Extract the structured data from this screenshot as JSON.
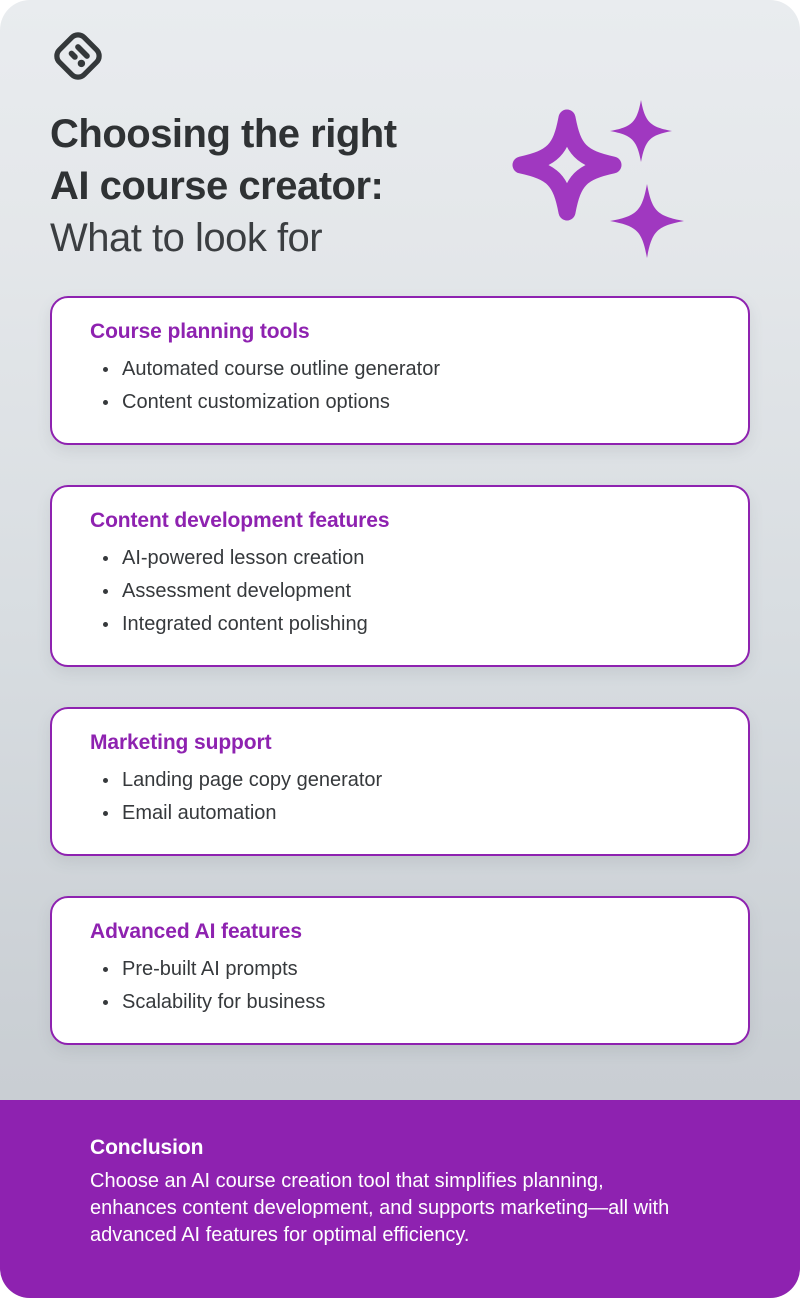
{
  "brand": {
    "logo_icon": "logo-diamond-mark"
  },
  "header": {
    "title_line1": "Choosing the right",
    "title_line2": "AI course creator:",
    "subtitle": "What to look for",
    "decoration_icon": "sparkles-icon"
  },
  "cards": [
    {
      "title": "Course planning tools",
      "items": [
        "Automated course outline generator",
        "Content customization options"
      ]
    },
    {
      "title": "Content development features",
      "items": [
        "AI-powered lesson creation",
        "Assessment development",
        "Integrated content polishing"
      ]
    },
    {
      "title": "Marketing support",
      "items": [
        "Landing page copy generator",
        "Email automation"
      ]
    },
    {
      "title": "Advanced AI features",
      "items": [
        "Pre-built AI prompts",
        "Scalability for business"
      ]
    }
  ],
  "footer": {
    "title": "Conclusion",
    "text": "Choose an AI course creation tool that simplifies planning, enhances content development, and supports marketing—all with advanced AI features for optimal efficiency."
  },
  "colors": {
    "accent_purple": "#8e22b0",
    "text_dark": "#36393c",
    "card_background": "#ffffff",
    "background_top": "#e9ecef",
    "background_bottom": "#c4c9ce",
    "footer_text": "#ffffff"
  }
}
